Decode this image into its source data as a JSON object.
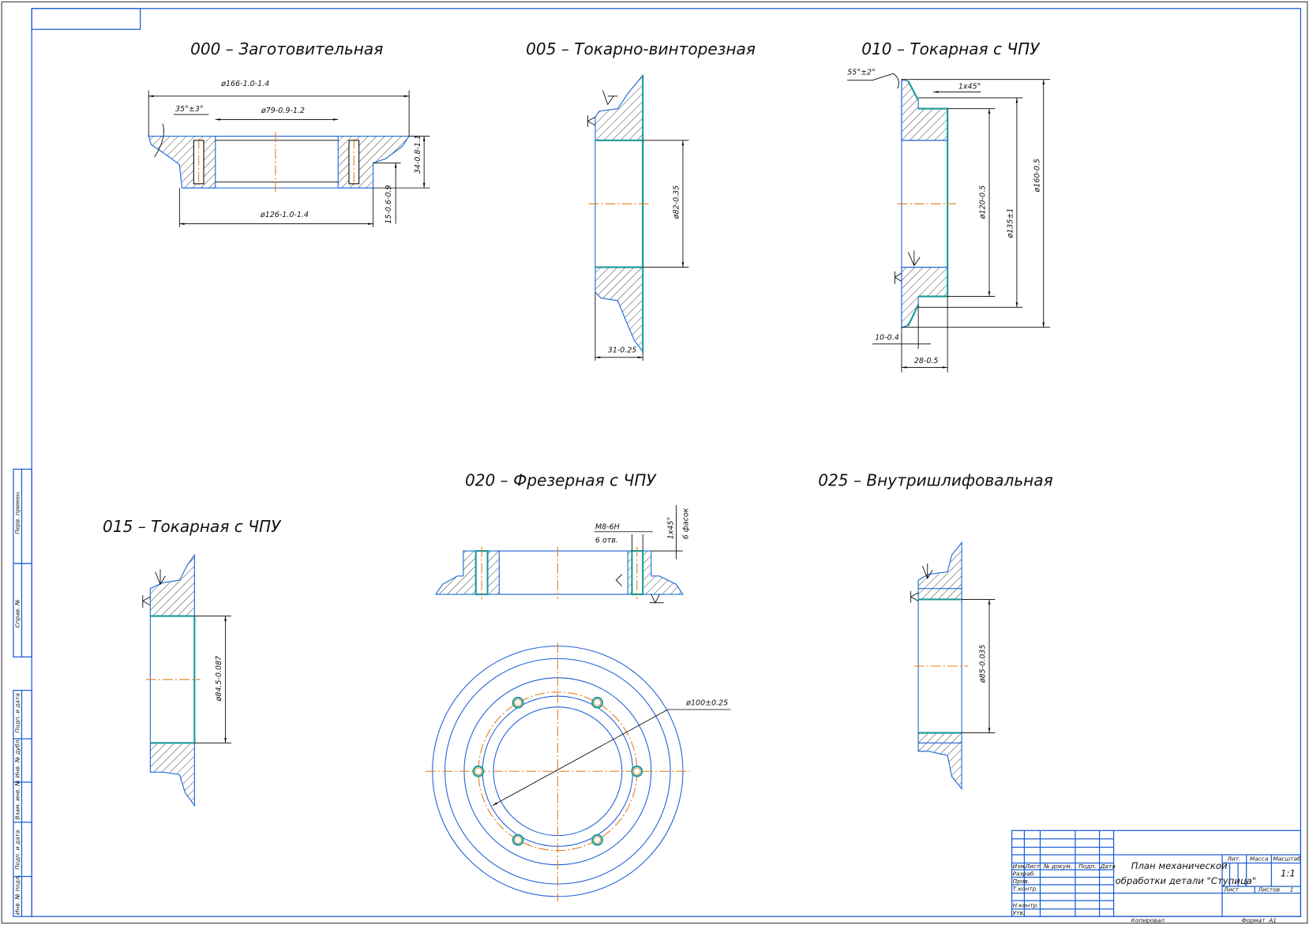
{
  "views": [
    {
      "title": "000 – Заготовительная",
      "dims": [
        "ø166-1.0-1.4",
        "ø79-0.9-1.2",
        "35°±3°",
        "ø126-1.0-1.4",
        "34-0.8-1.1",
        "15-0.6-0.9"
      ]
    },
    {
      "title": "005 – Токарно-винторезная",
      "dims": [
        "ø82-0.35",
        "31-0.25"
      ]
    },
    {
      "title": "010 – Токарная с ЧПУ",
      "dims": [
        "55°±2°",
        "1x45°",
        "ø120-0.5",
        "ø135±1",
        "ø160-0.5",
        "10-0.4",
        "28-0.5"
      ]
    },
    {
      "title": "015 – Токарная с ЧПУ",
      "dims": [
        "ø84.5-0.087"
      ]
    },
    {
      "title": "020 – Фрезерная с ЧПУ",
      "dims": [
        "M8-6H",
        "6 отв.",
        "1x45°",
        "6 фасок",
        "ø100±0.25"
      ]
    },
    {
      "title": "025 – Внутришлифовальная",
      "dims": [
        "ø85-0.035"
      ]
    }
  ],
  "side_stamp": [
    "Перв. примен.",
    "Справ. №",
    "Подп. и дата",
    "Инв. № дубл.",
    "Взам. инв. №",
    "Подп. и дата",
    "Инв. № подл."
  ],
  "title_block": {
    "headers": [
      "Изм.",
      "Лист",
      "№ докум.",
      "Подп.",
      "Дата"
    ],
    "roles": [
      "Разраб.",
      "Пров.",
      "Т.контр.",
      "Н.контр.",
      "Утв."
    ],
    "name_line1": "План механической",
    "name_line2": "обработки детали \"Ступица\"",
    "lit": "Лит.",
    "mass": "Масса",
    "scale_label": "Масштаб",
    "scale": "1:1",
    "sheet": "Лист",
    "sheets": "Листов",
    "sheets_count": "1",
    "copied": "Копировал",
    "format_label": "Формат",
    "format": "A1"
  },
  "colors": {
    "frame": "#1e5fd6",
    "edge": "#1a9a9a",
    "centerline": "#e07a1a"
  }
}
